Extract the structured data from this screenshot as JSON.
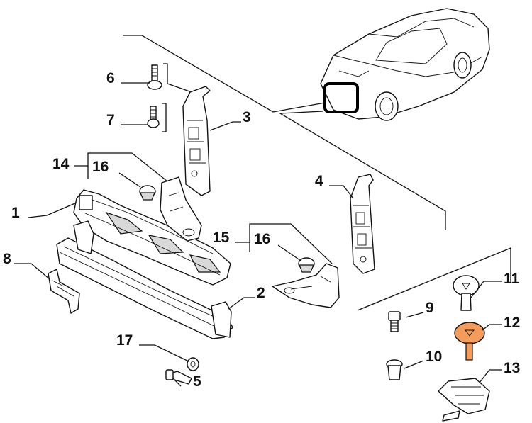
{
  "labels": {
    "p1": "1",
    "p2": "2",
    "p3": "3",
    "p4": "4",
    "p5": "5",
    "p6": "6",
    "p7": "7",
    "p8": "8",
    "p9": "9",
    "p10": "10",
    "p11": "11",
    "p12": "12",
    "p13": "13",
    "p14": "14",
    "p15": "15",
    "p16a": "16",
    "p16b": "16",
    "p17": "17"
  },
  "colors": {
    "line": "#111111",
    "highlight": "#f39c5b",
    "shade": "#d9d9d9"
  }
}
